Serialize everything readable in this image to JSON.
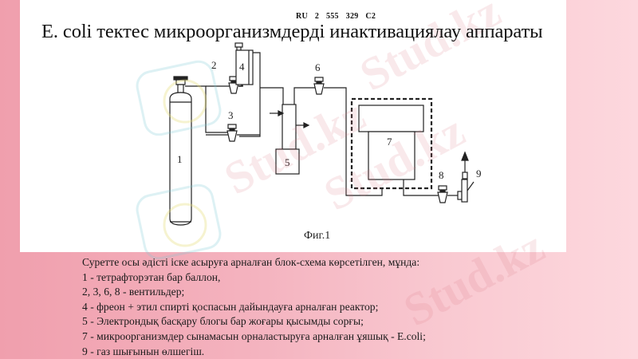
{
  "slide": {
    "title": "E. coli тектес микроорганизмдерді инактивациялау аппараты",
    "patent_ref": "RU 2 555 329 C2",
    "figure_caption": "Фиг.1",
    "colors": {
      "background_left": "#f09fad",
      "background_right": "#fdd8de",
      "panel": "#ffffff",
      "text": "#111111"
    }
  },
  "diagram": {
    "labels": {
      "cylinder": "1",
      "valve_2": "2",
      "valve_3": "3",
      "reactor": "4",
      "pump": "5",
      "valve_6": "6",
      "chamber": "7",
      "valve_8": "8",
      "flowmeter": "9"
    }
  },
  "legend": {
    "intro": "Суретте осы әдісті іске асыруға арналған блок-схема көрсетілген, мұнда:",
    "items": [
      "1 - тетрафторэтан бар баллон,",
      "2, 3, 6, 8 - вентильдер;",
      "4 - фреон + этил спирті қоспасын дайындауға арналған реактор;",
      "5 - Электрондық басқару блогы бар жоғары қысымды сорғы;",
      "7 - микроорганизмдер сынамасын орналастыруға арналған ұяшық - E.coli;",
      "9 - газ шығынын өлшегіш."
    ]
  },
  "watermark": {
    "text": "Stud.kz"
  }
}
